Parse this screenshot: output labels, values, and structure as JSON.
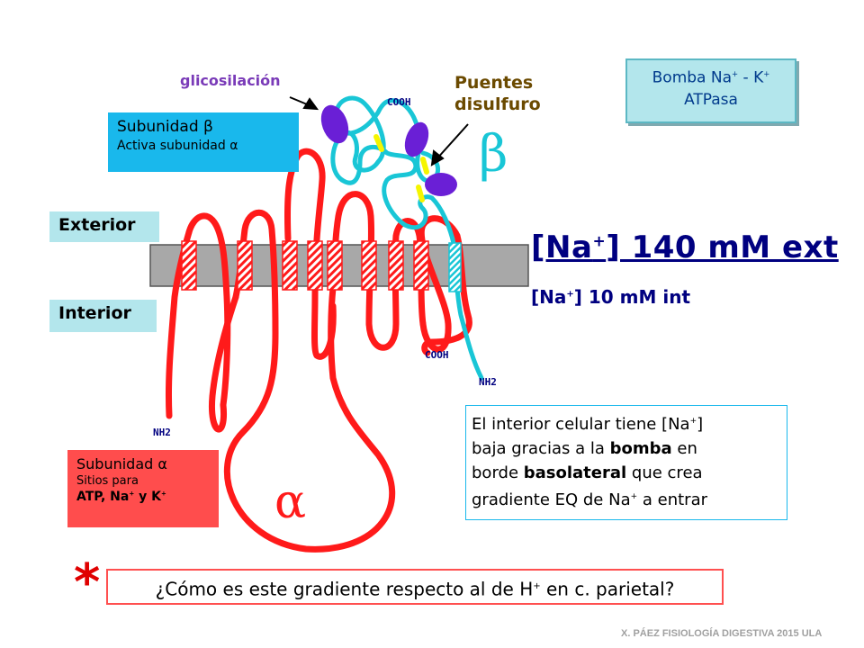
{
  "title_box": {
    "line1": "Bomba Na",
    "sup1": "+",
    "mid": " - K",
    "sup2": "+",
    "line2": "ATPasa"
  },
  "beta_box": {
    "title": "Subunidad β",
    "subtitle": "Activa subunidad α"
  },
  "labels": {
    "exterior": "Exterior",
    "interior": "Interior",
    "glicosilacion": "glicosilación",
    "puentes": "Puentes",
    "disulfuro": "disulfuro"
  },
  "concentration": {
    "ext_prefix": "[Na",
    "ext_sup": "+",
    "ext_suffix": "] 140 mM ext",
    "int_prefix": "[Na",
    "int_sup": "+",
    "int_suffix": "] 10 mM int"
  },
  "greek": {
    "beta": "β",
    "alpha": "α"
  },
  "terminals": {
    "cooh_top": "COOH",
    "cooh_bottom": "COOH",
    "nh2_right": "NH2",
    "nh2_left": "NH2"
  },
  "alpha_box": {
    "title": "Subunidad α",
    "line1": "Sitios para",
    "line2": "ATP, Na",
    "sup_na": "+",
    "line2b": " y K",
    "sup_k": "+"
  },
  "info_box": {
    "l1a": "El interior celular tiene [Na",
    "l1sup": "+",
    "l1b": "]",
    "l2a": "baja gracias a la ",
    "l2bold": "bomba",
    "l2b": " en",
    "l3a": "borde ",
    "l3bold": "basolateral",
    "l3b": " que crea",
    "l4a": "gradiente EQ de Na",
    "l4sup": "+",
    "l4b": " a entrar"
  },
  "question": {
    "a": "¿Cómo es este gradiente respecto al de H",
    "sup": "+",
    "b": " en c. parietal?"
  },
  "asterisk": "*",
  "footer": "X. PÁEZ   FISIOLOGÍA DIGESTIVA 2015  ULA",
  "colors": {
    "alpha_chain": "#ff1a1a",
    "beta_chain": "#19c6d6",
    "membrane": "#a8a8a8",
    "sugar": "#6a1fd6",
    "disulfide": "#f5f500",
    "navy": "#000080"
  }
}
